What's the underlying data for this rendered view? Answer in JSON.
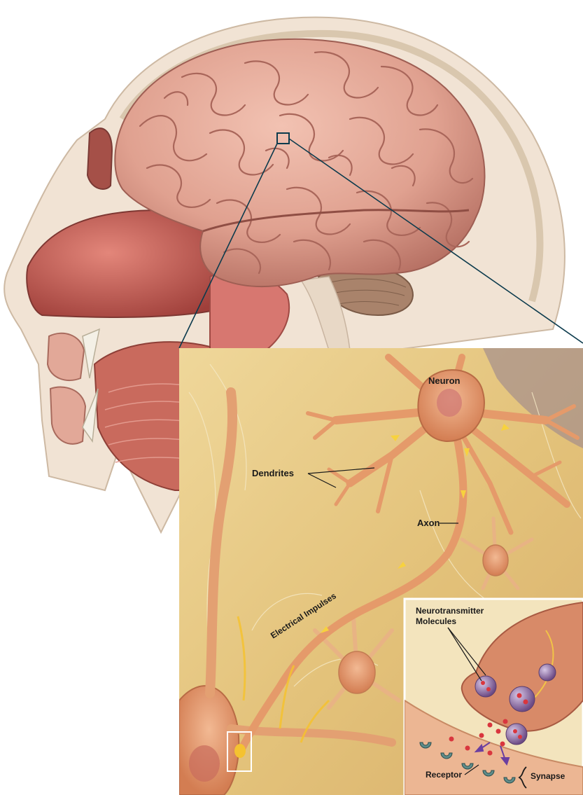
{
  "labels": {
    "neuron": "Neuron",
    "dendrites": "Dendrites",
    "axon": "Axon",
    "electrical_impulses": "Electrical Impulses",
    "neurotransmitter_line1": "Neurotransmitter",
    "neurotransmitter_line2": "Molecules",
    "receptor": "Receptor",
    "synapse": "Synapse"
  },
  "colors": {
    "brain": "#e0a190",
    "skin": "#f1e3d4",
    "tissue": "#c96a5d",
    "panel_bg": "#e9cf8a",
    "neuron": "#e59a6a",
    "callout_line": "#0c3b4d"
  }
}
